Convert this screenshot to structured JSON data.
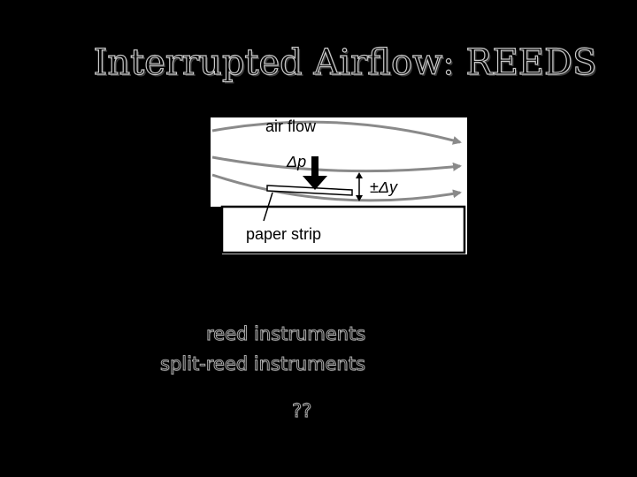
{
  "slide": {
    "title": "Interrupted Airflow: REEDS"
  },
  "figure": {
    "labels": {
      "air_flow": "air flow",
      "delta_p": "Δp",
      "delta_y": "±Δy",
      "paper_strip": "paper strip"
    }
  },
  "text": {
    "reed_instruments": "reed instruments",
    "split_reed_instruments": "split-reed instruments",
    "question": "??"
  },
  "colors": {
    "background": "#000000",
    "text_outline": "#c8c8c8",
    "figure_background": "#ffffff",
    "arrow_gray": "#8a8a8a"
  }
}
